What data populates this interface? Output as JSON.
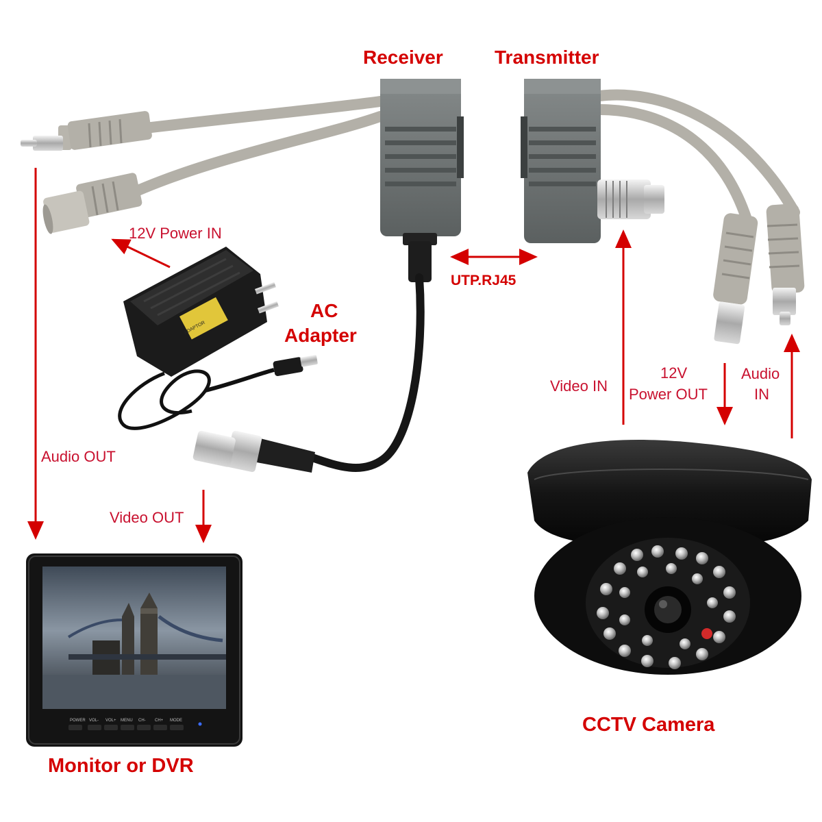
{
  "labels": {
    "receiver": "Receiver",
    "transmitter": "Transmitter",
    "power_in": "12V Power IN",
    "utp": "UTP.RJ45",
    "ac_adapter_line1": "AC",
    "ac_adapter_line2": "Adapter",
    "audio_out": "Audio OUT",
    "video_out": "Video OUT",
    "video_in": "Video IN",
    "power_out_line1": "12V",
    "power_out_line2": "Power OUT",
    "audio_in_line1": "Audio",
    "audio_in_line2": "IN",
    "monitor": "Monitor or DVR",
    "camera": "CCTV Camera"
  },
  "monitor_buttons": [
    "POWER",
    "VOL-",
    "VOL+",
    "MENU",
    "CH-",
    "CH+",
    "MODE"
  ],
  "adapter_text": "ADAPTOR",
  "colors": {
    "label_red": "#d40000",
    "balun_gray": "#6f7474",
    "cable_gray": "#b3b0a8",
    "black": "#1a1a1a"
  }
}
